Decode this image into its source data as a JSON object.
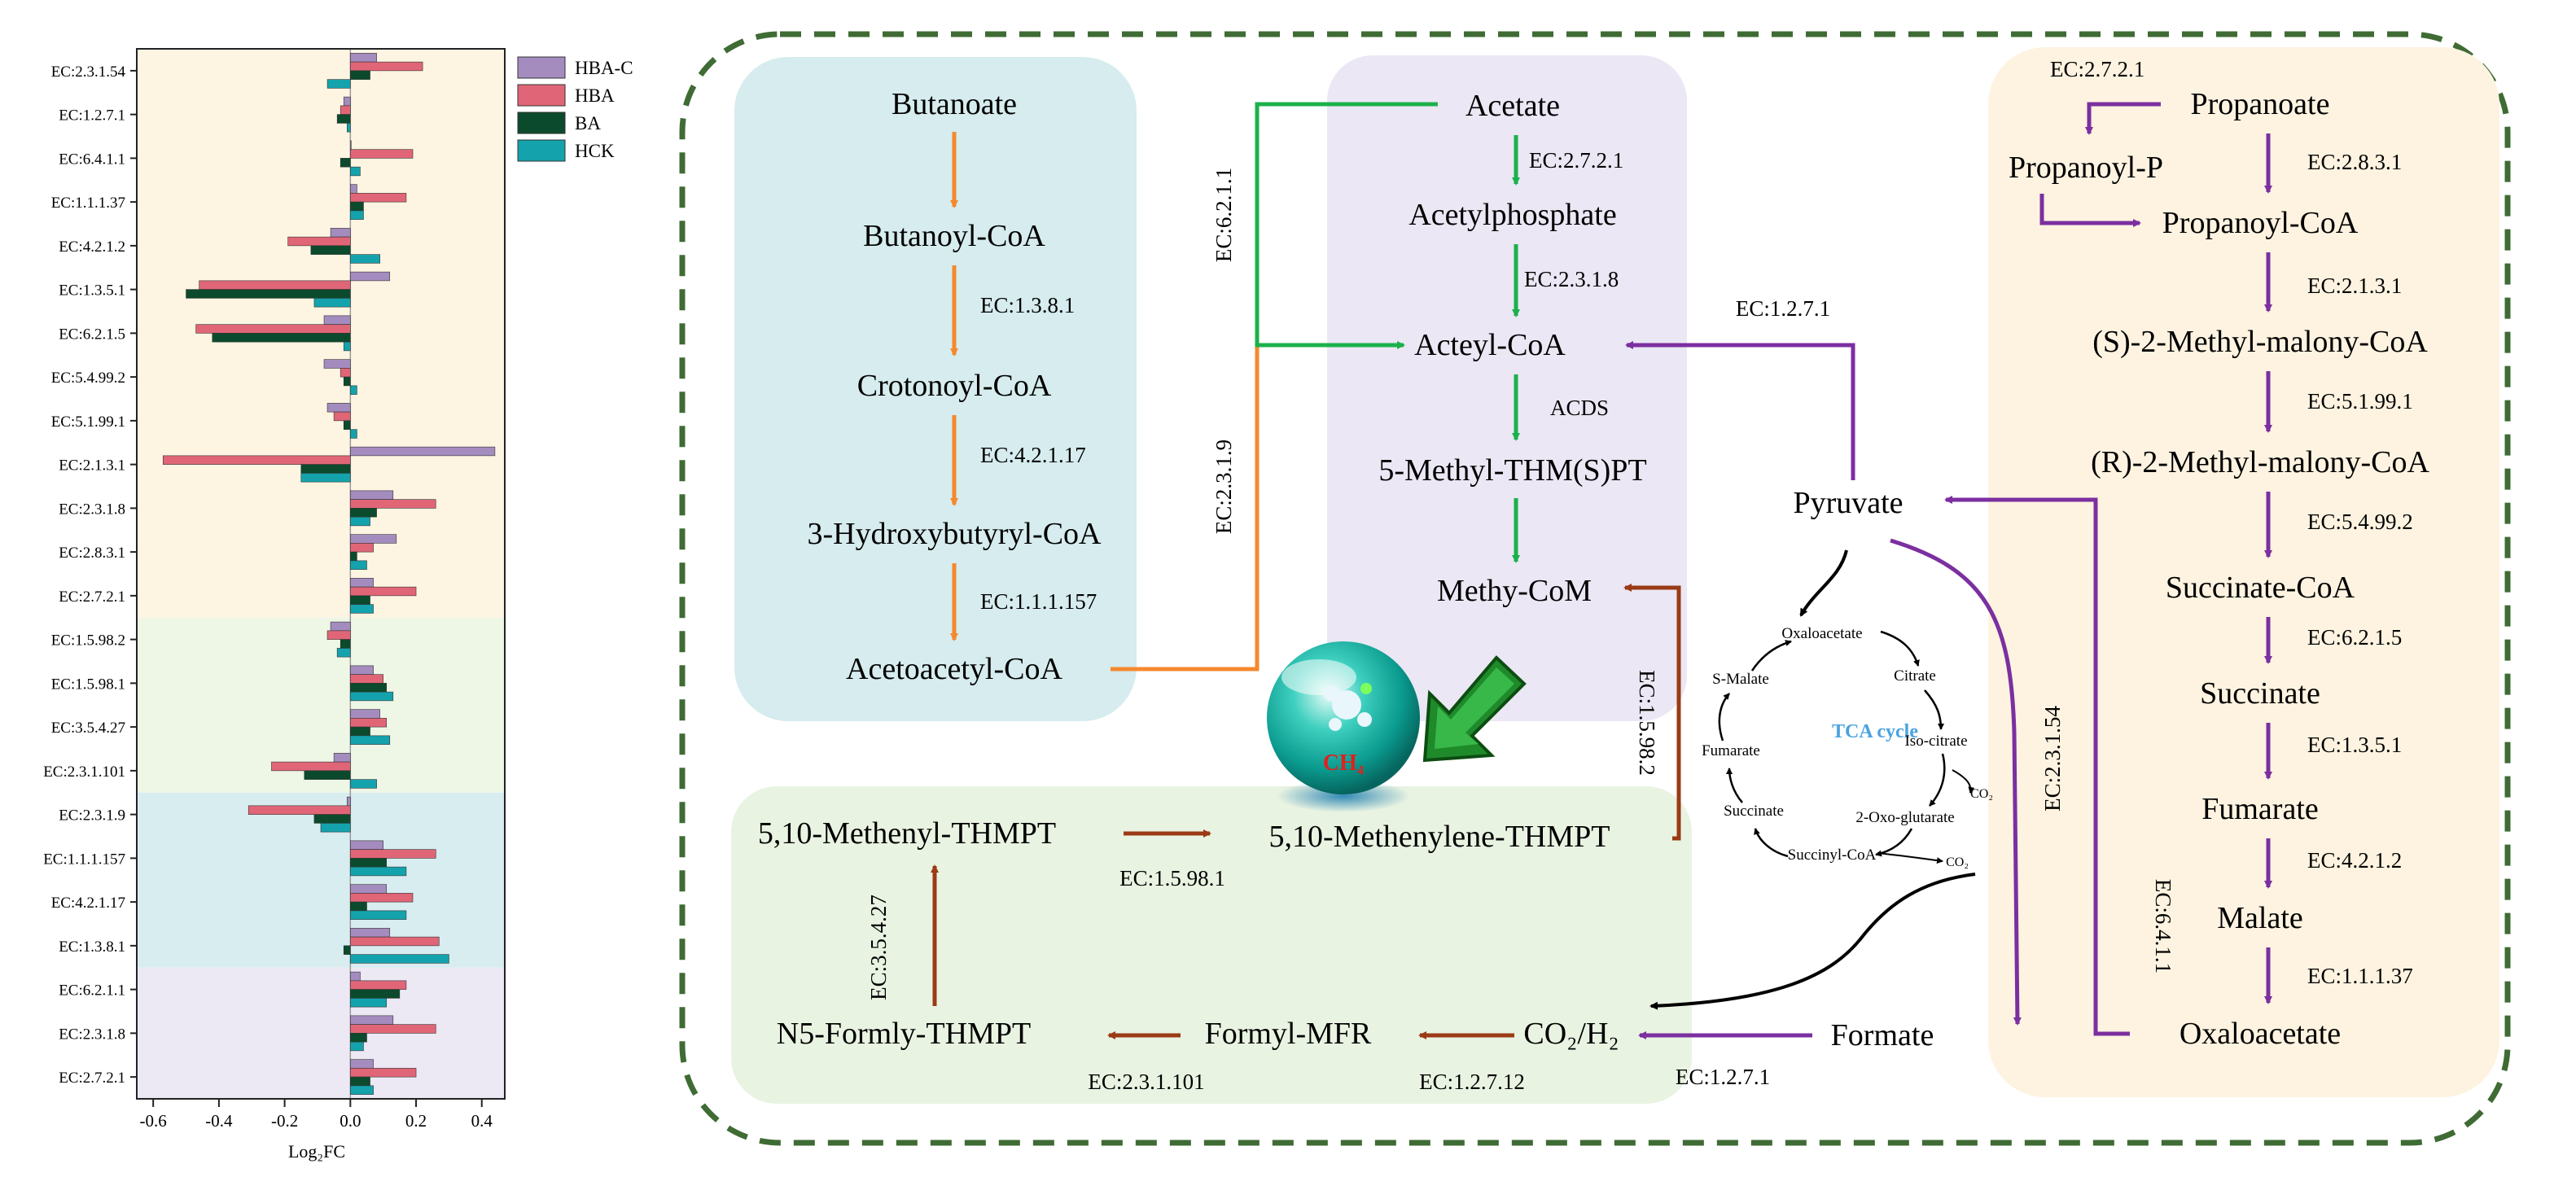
{
  "chart_data": {
    "type": "bar",
    "orientation": "horizontal",
    "categories": [
      "EC:2.3.1.54",
      "EC:1.2.7.1",
      "EC:6.4.1.1",
      "EC:1.1.1.37",
      "EC:4.2.1.2",
      "EC:1.3.5.1",
      "EC:6.2.1.5",
      "EC:5.4.99.2",
      "EC:5.1.99.1",
      "EC:2.1.3.1",
      "EC:2.3.1.8",
      "EC:2.8.3.1",
      "EC:2.7.2.1",
      "EC:1.5.98.2",
      "EC:1.5.98.1",
      "EC:3.5.4.27",
      "EC:2.3.1.101",
      "EC:2.3.1.9",
      "EC:1.1.1.157",
      "EC:4.2.1.17",
      "EC:1.3.8.1",
      "EC:6.2.1.1",
      "EC:2.3.1.8",
      "EC:2.7.2.1"
    ],
    "series": [
      {
        "name": "HBA-C",
        "color": "#a48cbf",
        "values": [
          0.08,
          -0.02,
          0.0,
          0.02,
          -0.06,
          0.12,
          -0.08,
          -0.08,
          -0.07,
          0.44,
          0.13,
          0.14,
          0.07,
          -0.06,
          0.07,
          0.09,
          -0.05,
          -0.01,
          0.1,
          0.11,
          0.12,
          0.03,
          0.13,
          0.07
        ]
      },
      {
        "name": "HBA",
        "color": "#e06677",
        "values": [
          0.22,
          -0.03,
          0.19,
          0.17,
          -0.19,
          -0.46,
          -0.47,
          -0.03,
          -0.05,
          -0.57,
          0.26,
          0.07,
          0.2,
          -0.07,
          0.1,
          0.11,
          -0.24,
          -0.31,
          0.26,
          0.19,
          0.27,
          0.17,
          0.26,
          0.2
        ]
      },
      {
        "name": "BA",
        "color": "#0b4a2c",
        "values": [
          0.06,
          -0.04,
          -0.03,
          0.04,
          -0.12,
          -0.5,
          -0.42,
          -0.02,
          -0.02,
          -0.15,
          0.08,
          0.02,
          0.06,
          -0.03,
          0.11,
          0.06,
          -0.14,
          -0.11,
          0.11,
          0.05,
          -0.02,
          0.15,
          0.05,
          0.06
        ]
      },
      {
        "name": "HCK",
        "color": "#14a3ad",
        "values": [
          -0.07,
          -0.01,
          0.03,
          0.04,
          0.09,
          -0.11,
          -0.02,
          0.02,
          0.02,
          -0.15,
          0.06,
          0.05,
          0.07,
          -0.04,
          0.13,
          0.12,
          0.08,
          -0.09,
          0.17,
          0.17,
          0.3,
          0.11,
          0.04,
          0.07
        ]
      }
    ],
    "xlim": [
      -0.65,
      0.47
    ],
    "xticks": [
      "-0.6",
      "-0.4",
      "-0.2",
      "0.0",
      "0.2",
      "0.4"
    ],
    "xticks_values": [
      -0.6,
      -0.4,
      -0.2,
      0.0,
      0.2,
      0.4
    ],
    "xlabel": "Log₂FC",
    "legend_position": "top-right",
    "band_colors": [
      "#fdf5e2",
      "#eef6e6",
      "#d8edf0",
      "#ece8f4"
    ],
    "band_groups": [
      {
        "color_index": 0,
        "from": 0,
        "to": 12
      },
      {
        "color_index": 1,
        "from": 13,
        "to": 16
      },
      {
        "color_index": 2,
        "from": 17,
        "to": 20
      },
      {
        "color_index": 3,
        "from": 21,
        "to": 23
      }
    ]
  },
  "diagram": {
    "butanoate_pathway": {
      "nodes": [
        "Butanoate",
        "Butanoyl-CoA",
        "Crotonoyl-CoA",
        "3-Hydroxybutyryl-CoA",
        "Acetoacetyl-CoA"
      ],
      "enzymes": [
        "EC:1.3.8.1",
        "EC:4.2.1.17",
        "EC:1.1.1.157"
      ]
    },
    "acetate_pathway": {
      "nodes": [
        "Acetate",
        "Acetylphosphate",
        "Acteyl-CoA",
        "5-Methyl-THM(S)PT",
        "Methy-CoM"
      ],
      "enzymes": [
        "EC:2.7.2.1",
        "EC:2.3.1.8",
        "ACDS"
      ],
      "side_enzymes": [
        "EC:6.2.1.1",
        "EC:2.3.1.9"
      ]
    },
    "propanoate_pathway": {
      "ec_top": "EC:2.7.2.1",
      "nodes": [
        "Propanoate",
        "Propanoyl-P",
        "Propanoyl-CoA",
        "(S)-2-Methyl-malony-CoA",
        "(R)-2-Methyl-malony-CoA",
        "Succinate-CoA",
        "Succinate",
        "Fumarate",
        "Malate",
        "Oxaloacetate"
      ],
      "enzymes": [
        "EC:2.8.3.1",
        "EC:2.1.3.1",
        "EC:5.1.99.1",
        "EC:5.4.99.2",
        "EC:6.2.1.5",
        "EC:1.3.5.1",
        "EC:4.2.1.2",
        "EC:1.1.1.37"
      ],
      "side_enzyme": "EC:6.4.1.1"
    },
    "methanogenesis": {
      "nodes": [
        "5,10-Methenyl-THMPT",
        "5,10-Methenylene-THMPT",
        "N5-Formly-THMPT",
        "Formyl-MFR",
        "CO₂/H₂"
      ],
      "enzymes": [
        "EC:1.5.98.1",
        "EC:3.5.4.27",
        "EC:2.3.1.101",
        "EC:1.2.7.12",
        "EC:1.5.98.2"
      ]
    },
    "middle": {
      "pyruvate": "Pyruvate",
      "formate": "Formate",
      "ec_pyr_to_acetyl": "EC:1.2.7.1",
      "ec_pyr_to_formate": "EC:2.3.1.54",
      "ec_formate_to_co2": "EC:1.2.7.1",
      "methane_label": "CH₄"
    },
    "tca": {
      "title": "TCA cycle",
      "nodes": [
        "Oxaloacetate",
        "Citrate",
        "Iso-citrate",
        "2-Oxo-glutarate",
        "Succinyl-CoA",
        "Succinate",
        "Fumarate",
        "S-Malate"
      ],
      "co2": "CO₂"
    },
    "colors": {
      "orange": "#f5882e",
      "green": "#1bb14b",
      "purple": "#7b2fa0",
      "brown": "#9a3b16",
      "dashed_border": "#3f6b34",
      "box_blue": "#d6ecee",
      "box_lavender": "#ebe7f4",
      "box_green": "#e9f3e2",
      "box_cream": "#fdf3e0",
      "tca_title": "#4aa3e0"
    }
  }
}
